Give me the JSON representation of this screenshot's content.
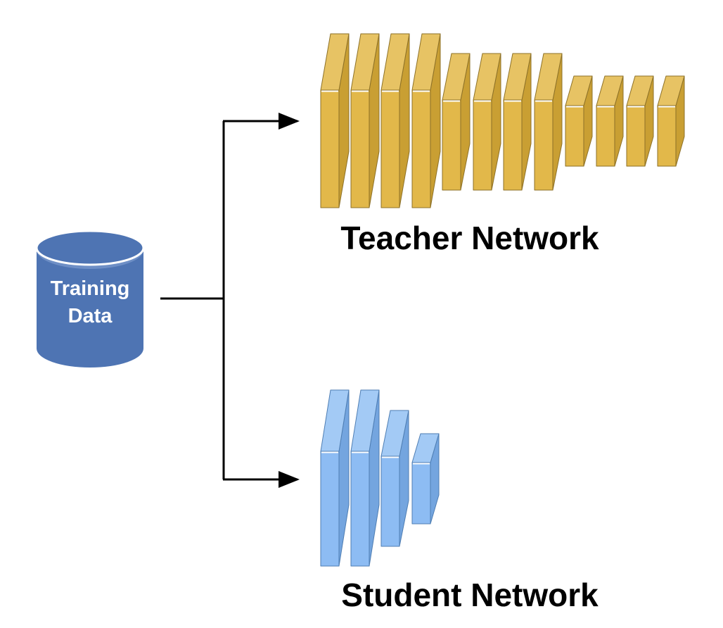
{
  "diagram": {
    "database": {
      "label_line1": "Training",
      "label_line2": "Data",
      "fill_color": "#4e74b3",
      "highlight_color": "#6e8fc6",
      "text_color": "#ffffff"
    },
    "teacher": {
      "label": "Teacher Network",
      "front_color": "#e2b84a",
      "top_color": "#e7c364",
      "side_color": "#c99f33",
      "edge_color": "#8d7128"
    },
    "student": {
      "label": "Student Network",
      "front_color": "#8dbcf3",
      "top_color": "#a3caf5",
      "side_color": "#74a5df",
      "edge_color": "#4f7eb3"
    },
    "arrow_color": "#000000",
    "label_color": "#000000"
  }
}
